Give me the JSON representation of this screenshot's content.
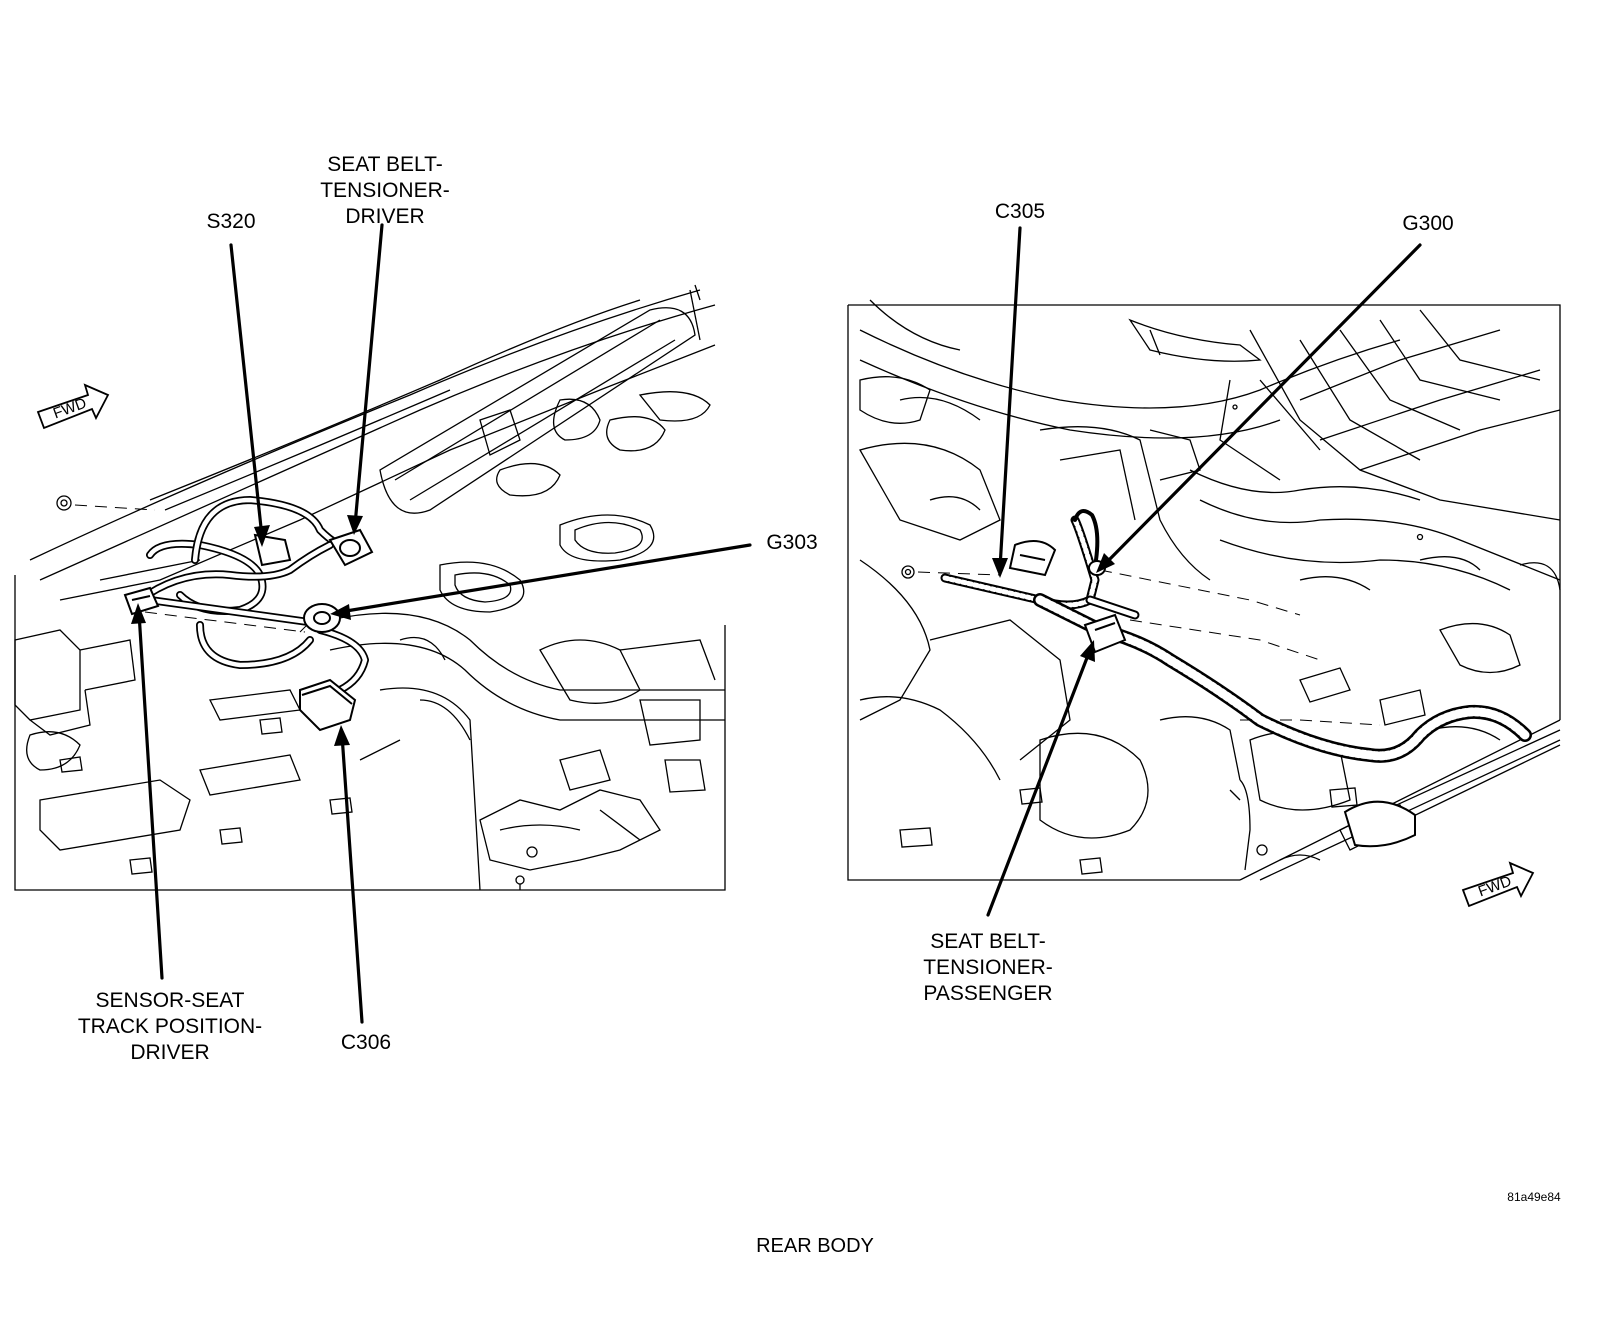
{
  "callouts": {
    "s320": "S320",
    "seat_belt_tensioner_driver": [
      "SEAT BELT-",
      "TENSIONER-",
      "DRIVER"
    ],
    "g303": "G303",
    "sensor_seat_track": [
      "SENSOR-SEAT",
      "TRACK POSITION-",
      "DRIVER"
    ],
    "c306": "C306",
    "c305": "C305",
    "g300": "G300",
    "seat_belt_tensioner_passenger": [
      "SEAT BELT-",
      "TENSIONER-",
      "PASSENGER"
    ]
  },
  "fwd_arrows": {
    "left": "FWD",
    "right": "FWD"
  },
  "caption": "REAR BODY",
  "figure_id": "81a49e84",
  "colors": {
    "ink": "#000000",
    "background": "#ffffff"
  }
}
